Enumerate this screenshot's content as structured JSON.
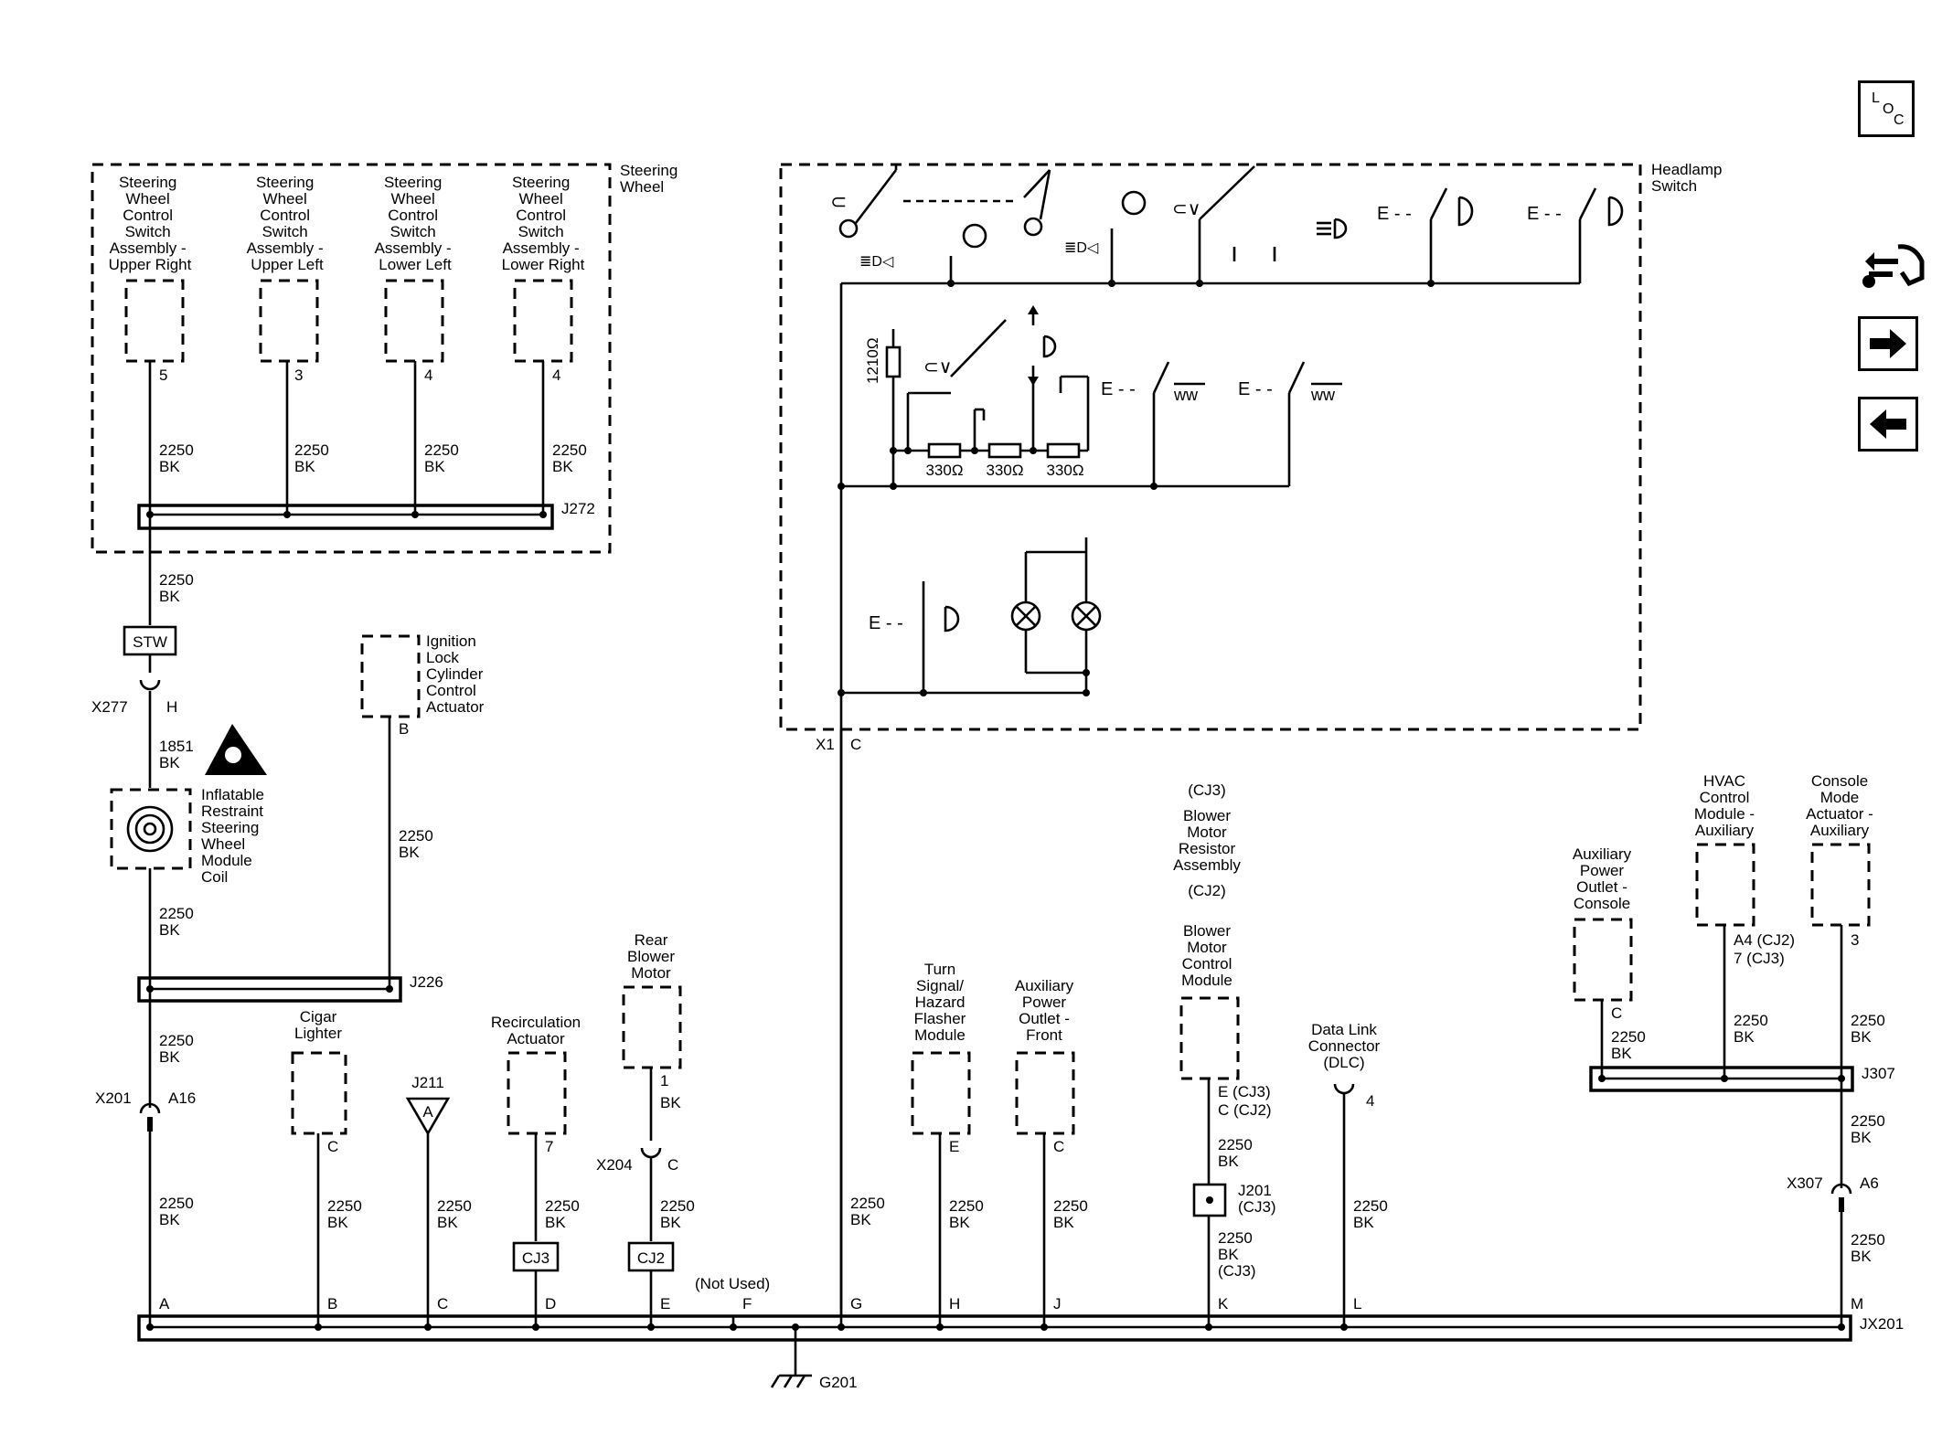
{
  "nav": {
    "loc_letters": [
      "L",
      "O",
      "C"
    ],
    "forward_icon": "arrow-right-icon",
    "back_icon": "arrow-left-icon",
    "tools_icon": "wrench-car-icon"
  },
  "steering": {
    "box_label": [
      "Steering",
      "Wheel"
    ],
    "switches": [
      {
        "name": [
          "Steering",
          "Wheel",
          "Control",
          "Switch",
          "Assembly -",
          "Upper Right"
        ],
        "pin": "5",
        "wire": "2250",
        "color": "BK"
      },
      {
        "name": [
          "Steering",
          "Wheel",
          "Control",
          "Switch",
          "Assembly -",
          "Upper Left"
        ],
        "pin": "3",
        "wire": "2250",
        "color": "BK"
      },
      {
        "name": [
          "Steering",
          "Wheel",
          "Control",
          "Switch",
          "Assembly -",
          "Lower Left"
        ],
        "pin": "4",
        "wire": "2250",
        "color": "BK"
      },
      {
        "name": [
          "Steering",
          "Wheel",
          "Control",
          "Switch",
          "Assembly -",
          "Lower Right"
        ],
        "pin": "4",
        "wire": "2250",
        "color": "BK"
      }
    ],
    "splice": "J272"
  },
  "left_chain": {
    "wire1": [
      "2250",
      "BK"
    ],
    "stw": "STW",
    "x277": "X277",
    "x277_pin": "H",
    "wire2": [
      "1851",
      "BK"
    ],
    "coil": [
      "Inflatable",
      "Restraint",
      "Steering",
      "Wheel",
      "Module",
      "Coil"
    ],
    "wire3": [
      "2250",
      "BK"
    ],
    "ignition": [
      "Ignition",
      "Lock",
      "Cylinder",
      "Control",
      "Actuator"
    ],
    "ignition_pin": "B",
    "ignition_wire": [
      "2250",
      "BK"
    ],
    "j226": "J226",
    "wire4": [
      "2250",
      "BK"
    ],
    "x201": "X201",
    "x201_pin": "A16",
    "wire5": [
      "2250",
      "BK"
    ]
  },
  "headlamp": {
    "box_label": [
      "Headlamp",
      "Switch"
    ],
    "resistor_main": "1210Ω",
    "resistors": [
      "330Ω",
      "330Ω",
      "330Ω"
    ],
    "x1": "X1",
    "x1_pin": "C"
  },
  "bottom_components": {
    "cigar": {
      "name": [
        "Cigar",
        "Lighter"
      ],
      "pin": "C"
    },
    "j211": {
      "name": "J211",
      "symbol": "A"
    },
    "recirc": {
      "name": [
        "Recirculation",
        "Actuator"
      ],
      "pin": "7",
      "tag": "CJ3"
    },
    "rear_blower": {
      "name": [
        "Rear",
        "Blower",
        "Motor"
      ],
      "pin": "1",
      "wire": "BK",
      "x204": "X204",
      "x204_pin": "C",
      "tag": "CJ2"
    },
    "turn": {
      "name": [
        "Turn",
        "Signal/",
        "Hazard",
        "Flasher",
        "Module"
      ],
      "pin": "E"
    },
    "aux_front": {
      "name": [
        "Auxiliary",
        "Power",
        "Outlet -",
        "Front"
      ],
      "pin": "C"
    },
    "blower": {
      "cj3": "(CJ3)",
      "name1": [
        "Blower",
        "Motor",
        "Resistor",
        "Assembly"
      ],
      "cj2": "(CJ2)",
      "name2": [
        "Blower",
        "Motor",
        "Control",
        "Module"
      ],
      "pins": [
        "E (CJ3)",
        "C (CJ2)"
      ],
      "wire1": [
        "2250",
        "BK"
      ],
      "j201": [
        "J201",
        "(CJ3)"
      ],
      "wire2": [
        "2250",
        "BK",
        "(CJ3)"
      ]
    },
    "dlc": {
      "name": [
        "Data Link",
        "Connector",
        "(DLC)"
      ],
      "pin": "4"
    },
    "aux_console": {
      "name": [
        "Auxiliary",
        "Power",
        "Outlet -",
        "Console"
      ],
      "pin": "C"
    },
    "hvac": {
      "name": [
        "HVAC",
        "Control",
        "Module -",
        "Auxiliary"
      ],
      "pins": [
        "A4 (CJ2)",
        "7 (CJ3)"
      ]
    },
    "console_mode": {
      "name": [
        "Console",
        "Mode",
        "Actuator -",
        "Auxiliary"
      ],
      "pin": "3"
    },
    "j307": "J307",
    "x307": "X307",
    "x307_pin": "A6",
    "wire": [
      "2250",
      "BK"
    ],
    "not_used": "(Not Used)"
  },
  "jx201": {
    "name": "JX201",
    "pins": [
      "A",
      "B",
      "C",
      "D",
      "E",
      "F",
      "G",
      "H",
      "J",
      "K",
      "L",
      "M"
    ],
    "ground": "G201"
  }
}
